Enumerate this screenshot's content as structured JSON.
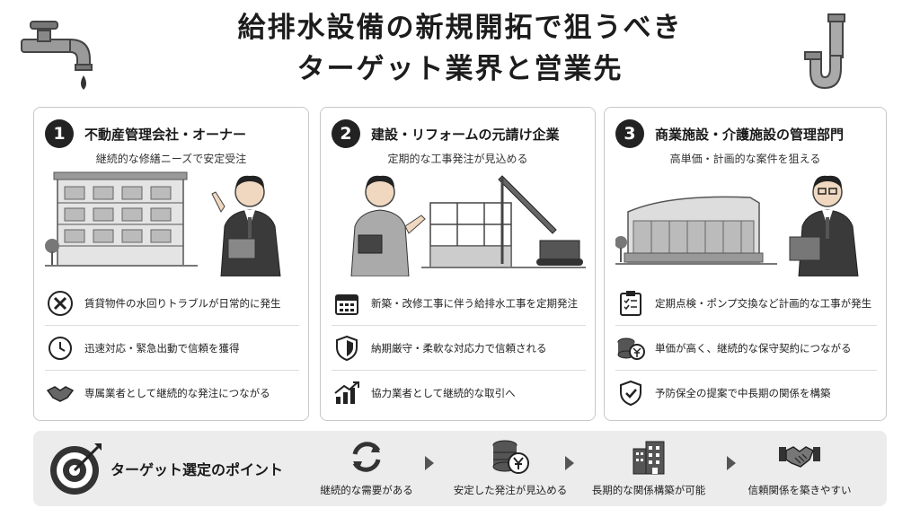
{
  "title": {
    "line1": "給排水設備の新規開拓で狙うべき",
    "line2": "ターゲット業界と営業先"
  },
  "cards": [
    {
      "number": "1",
      "title": "不動産管理会社・オーナー",
      "subtitle": "継続的な修繕ニーズで安定受注",
      "features": [
        {
          "icon": "tools-icon",
          "text": "賃貸物件の水回りトラブルが日常的に発生"
        },
        {
          "icon": "clock-icon",
          "text": "迅速対応・緊急出動で信頼を獲得"
        },
        {
          "icon": "handshake-icon",
          "text": "専属業者として継続的な発注につながる"
        }
      ]
    },
    {
      "number": "2",
      "title": "建設・リフォームの元請け企業",
      "subtitle": "定期的な工事発注が見込める",
      "features": [
        {
          "icon": "calendar-icon",
          "text": "新築・改修工事に伴う給排水工事を定期発注"
        },
        {
          "icon": "shield-icon",
          "text": "納期厳守・柔軟な対応力で信頼される"
        },
        {
          "icon": "growth-chart-icon",
          "text": "協力業者として継続的な取引へ"
        }
      ]
    },
    {
      "number": "3",
      "title": "商業施設・介護施設の管理部門",
      "subtitle": "高単価・計画的な案件を狙える",
      "features": [
        {
          "icon": "checklist-icon",
          "text": "定期点検・ポンプ交換など計画的な工事が発生"
        },
        {
          "icon": "yen-coins-icon",
          "text": "単価が高く、継続的な保守契約につながる"
        },
        {
          "icon": "shield-check-icon",
          "text": "予防保全の提案で中長期の関係を構築"
        }
      ]
    }
  ],
  "points": {
    "title": "ターゲット選定のポイント",
    "items": [
      {
        "icon": "cycle-icon",
        "label": "継続的な需要がある"
      },
      {
        "icon": "yen-stack-icon",
        "label": "安定した発注が見込める"
      },
      {
        "icon": "building-icon",
        "label": "長期的な関係構築が可能"
      },
      {
        "icon": "handshake-icon",
        "label": "信頼関係を築きやすい"
      }
    ]
  }
}
